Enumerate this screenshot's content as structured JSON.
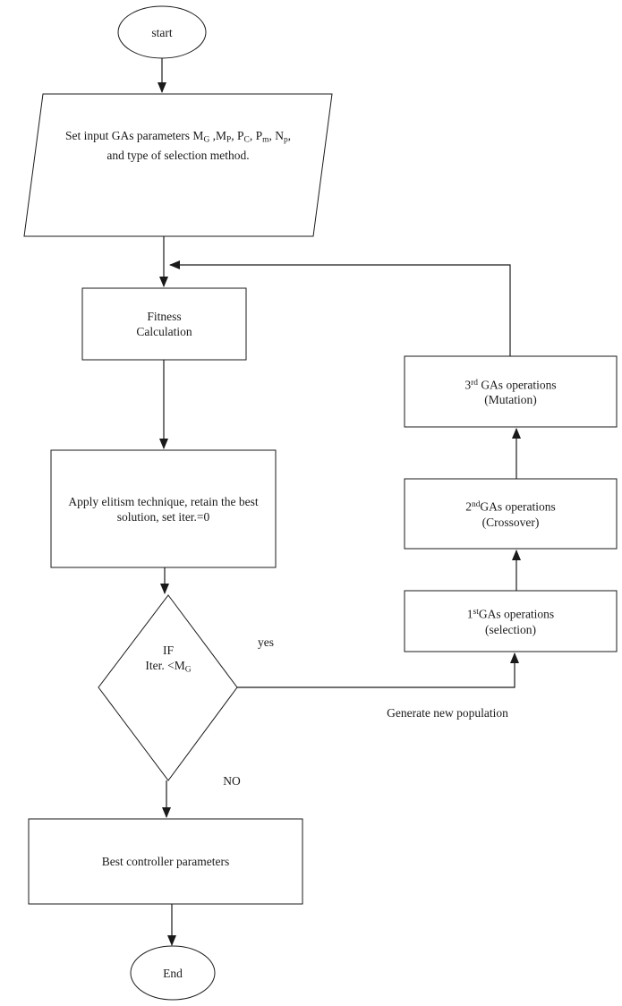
{
  "nodes": {
    "start": {
      "label": "start"
    },
    "input_params": {
      "line1": [
        {
          "t": "Set input GAs parameters M"
        },
        {
          "sub": "G"
        },
        {
          "t": " ,M"
        },
        {
          "sub": "P"
        },
        {
          "t": ", P"
        },
        {
          "sub": "C"
        },
        {
          "t": ", P"
        },
        {
          "sub": "m"
        },
        {
          "t": ", N"
        },
        {
          "sub": "p"
        },
        {
          "t": ","
        }
      ],
      "line2": "and type of selection method."
    },
    "fitness": {
      "line1": "Fitness",
      "line2": "Calculation"
    },
    "elitism": {
      "line1": "Apply elitism technique, retain the best",
      "line2": "solution, set iter.=0"
    },
    "decision": {
      "line1": "IF",
      "line2": [
        {
          "t": "Iter. <M"
        },
        {
          "sub": "G"
        }
      ]
    },
    "selection_op": {
      "line1": [
        {
          "t": "1"
        },
        {
          "sup": "st"
        },
        {
          "t": "GAs operations"
        }
      ],
      "line2": "(selection)"
    },
    "crossover_op": {
      "line1": [
        {
          "t": "2"
        },
        {
          "sup": "nd"
        },
        {
          "t": "GAs operations"
        }
      ],
      "line2": "(Crossover)"
    },
    "mutation_op": {
      "line1": [
        {
          "t": "3"
        },
        {
          "sup": "rd"
        },
        {
          "t": " GAs operations"
        }
      ],
      "line2": "(Mutation)"
    },
    "best_params": {
      "label": "Best controller parameters"
    },
    "end": {
      "label": "End"
    }
  },
  "edge_labels": {
    "yes": "yes",
    "no": "NO",
    "generate": "Generate new population"
  },
  "colors": {
    "stroke": "#1a1a1a",
    "text": "#1a1a1a",
    "background": "#ffffff"
  }
}
